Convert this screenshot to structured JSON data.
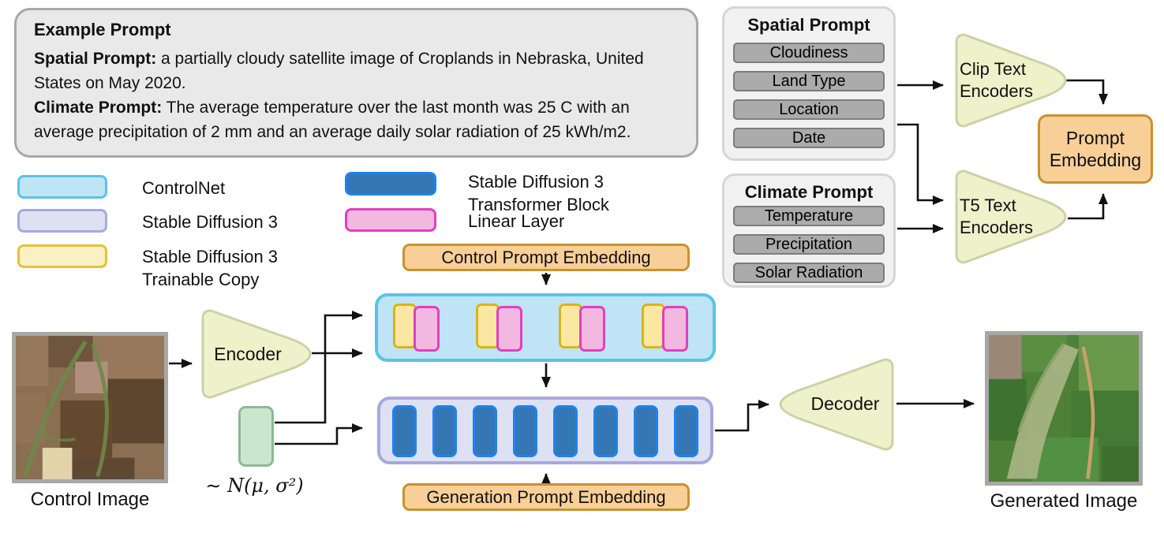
{
  "example_prompt": {
    "title": "Example Prompt",
    "spatial_label": "Spatial Prompt:",
    "spatial_lines": [
      "a partially cloudy satellite image of Croplands in Nebraska, United",
      "States on May 2020."
    ],
    "climate_label": "Climate Prompt:",
    "climate_lines": [
      "The average temperature over the last month was 25 C with an",
      "average precipitation of 2 mm and an average daily solar radiation of 25 kWh/m2."
    ]
  },
  "legend": {
    "controlnet": {
      "label": "ControlNet"
    },
    "sd3": {
      "label": "Stable Diffusion 3"
    },
    "sd3_trainable": {
      "lines": [
        "Stable Diffusion 3",
        "Trainable Copy"
      ]
    },
    "sd3_transformer": {
      "lines": [
        "Stable Diffusion 3",
        "Transformer Block"
      ]
    },
    "linear": {
      "label": "Linear Layer"
    }
  },
  "spatial_prompt": {
    "title": "Spatial Prompt",
    "items": [
      "Cloudiness",
      "Land Type",
      "Location",
      "Date"
    ]
  },
  "climate_prompt": {
    "title": "Climate Prompt",
    "items": [
      "Temperature",
      "Precipitation",
      "Solar Radiation"
    ]
  },
  "encoders": {
    "clip": {
      "lines": [
        "Clip Text",
        "Encoders"
      ]
    },
    "t5": {
      "lines": [
        "T5 Text",
        "Encoders"
      ]
    }
  },
  "prompt_embedding": {
    "lines": [
      "Prompt",
      "Embedding"
    ]
  },
  "pipeline": {
    "control_image_label": "Control Image",
    "encoder_label": "Encoder",
    "noise_label": "∼ N(μ, σ²)",
    "control_prompt_embedding": "Control Prompt Embedding",
    "generation_prompt_embedding": "Generation Prompt Embedding",
    "decoder_label": "Decoder",
    "generated_image_label": "Generated Image"
  },
  "structure": {
    "controlnet_pairs": 4,
    "transformer_blocks": 8
  },
  "colors": {
    "controlnet_fill": "#bfe4f5",
    "controlnet_border": "#59c4e6",
    "sd3_fill": "#dee1f3",
    "sd3_border": "#a7a9dc",
    "trainable_fill": "#fae8a2",
    "trainable_border": "#d8b517",
    "transformer_fill": "#3577b4",
    "transformer_border": "#1e82f0",
    "linear_fill": "#f3b8e0",
    "linear_border": "#e33fc0",
    "embedding_fill": "#f8cf97",
    "embedding_border": "#c8922e",
    "encoder_fill": "#eef1ca",
    "encoder_border": "#c9d3a6",
    "noise_fill": "#cbe6ce",
    "noise_border": "#8cba94",
    "prompt_item_fill": "#ababab",
    "prompt_item_border": "#7c7c7c",
    "panel_fill": "#e9e9e9",
    "arrow": "#111111"
  }
}
